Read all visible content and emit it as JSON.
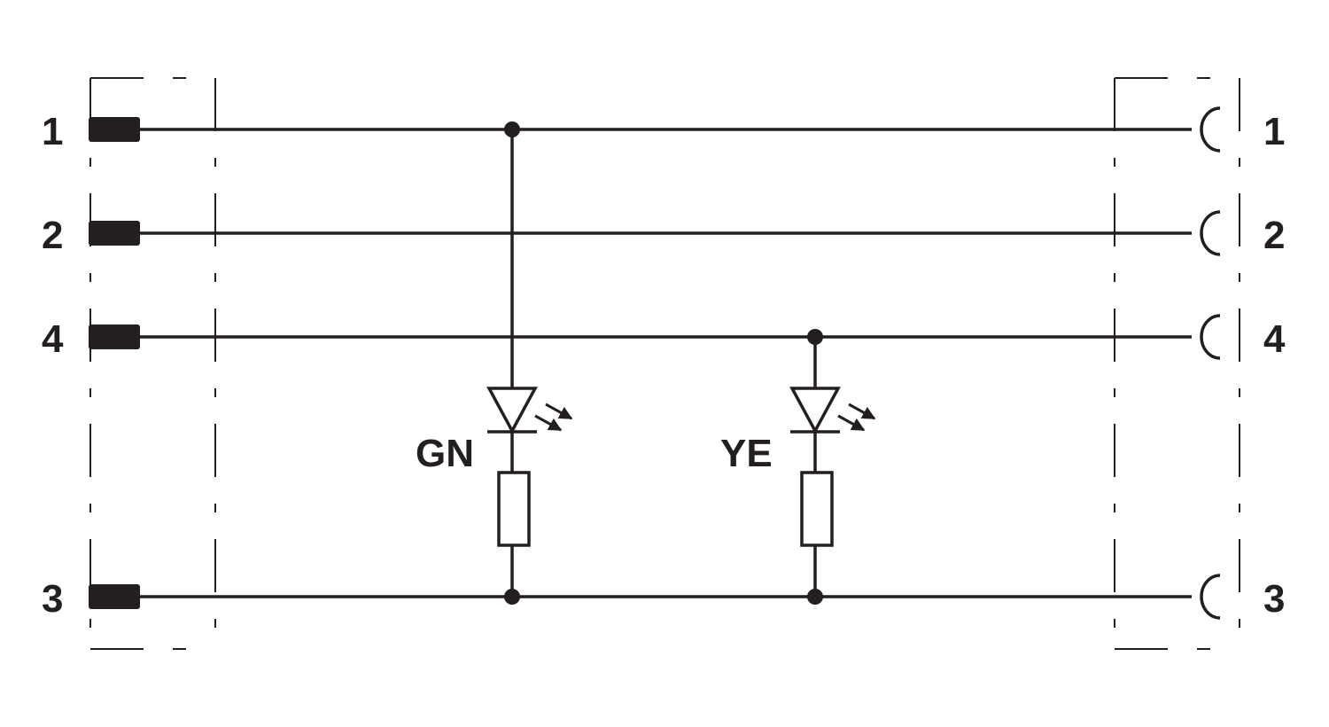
{
  "colors": {
    "line": "#231f20",
    "background": "#ffffff"
  },
  "left_connector": {
    "pins": [
      {
        "label": "1"
      },
      {
        "label": "2"
      },
      {
        "label": "4"
      },
      {
        "label": "3"
      }
    ]
  },
  "right_connector": {
    "pins": [
      {
        "label": "1"
      },
      {
        "label": "2"
      },
      {
        "label": "4"
      },
      {
        "label": "3"
      }
    ]
  },
  "leds": [
    {
      "label": "GN"
    },
    {
      "label": "YE"
    }
  ]
}
